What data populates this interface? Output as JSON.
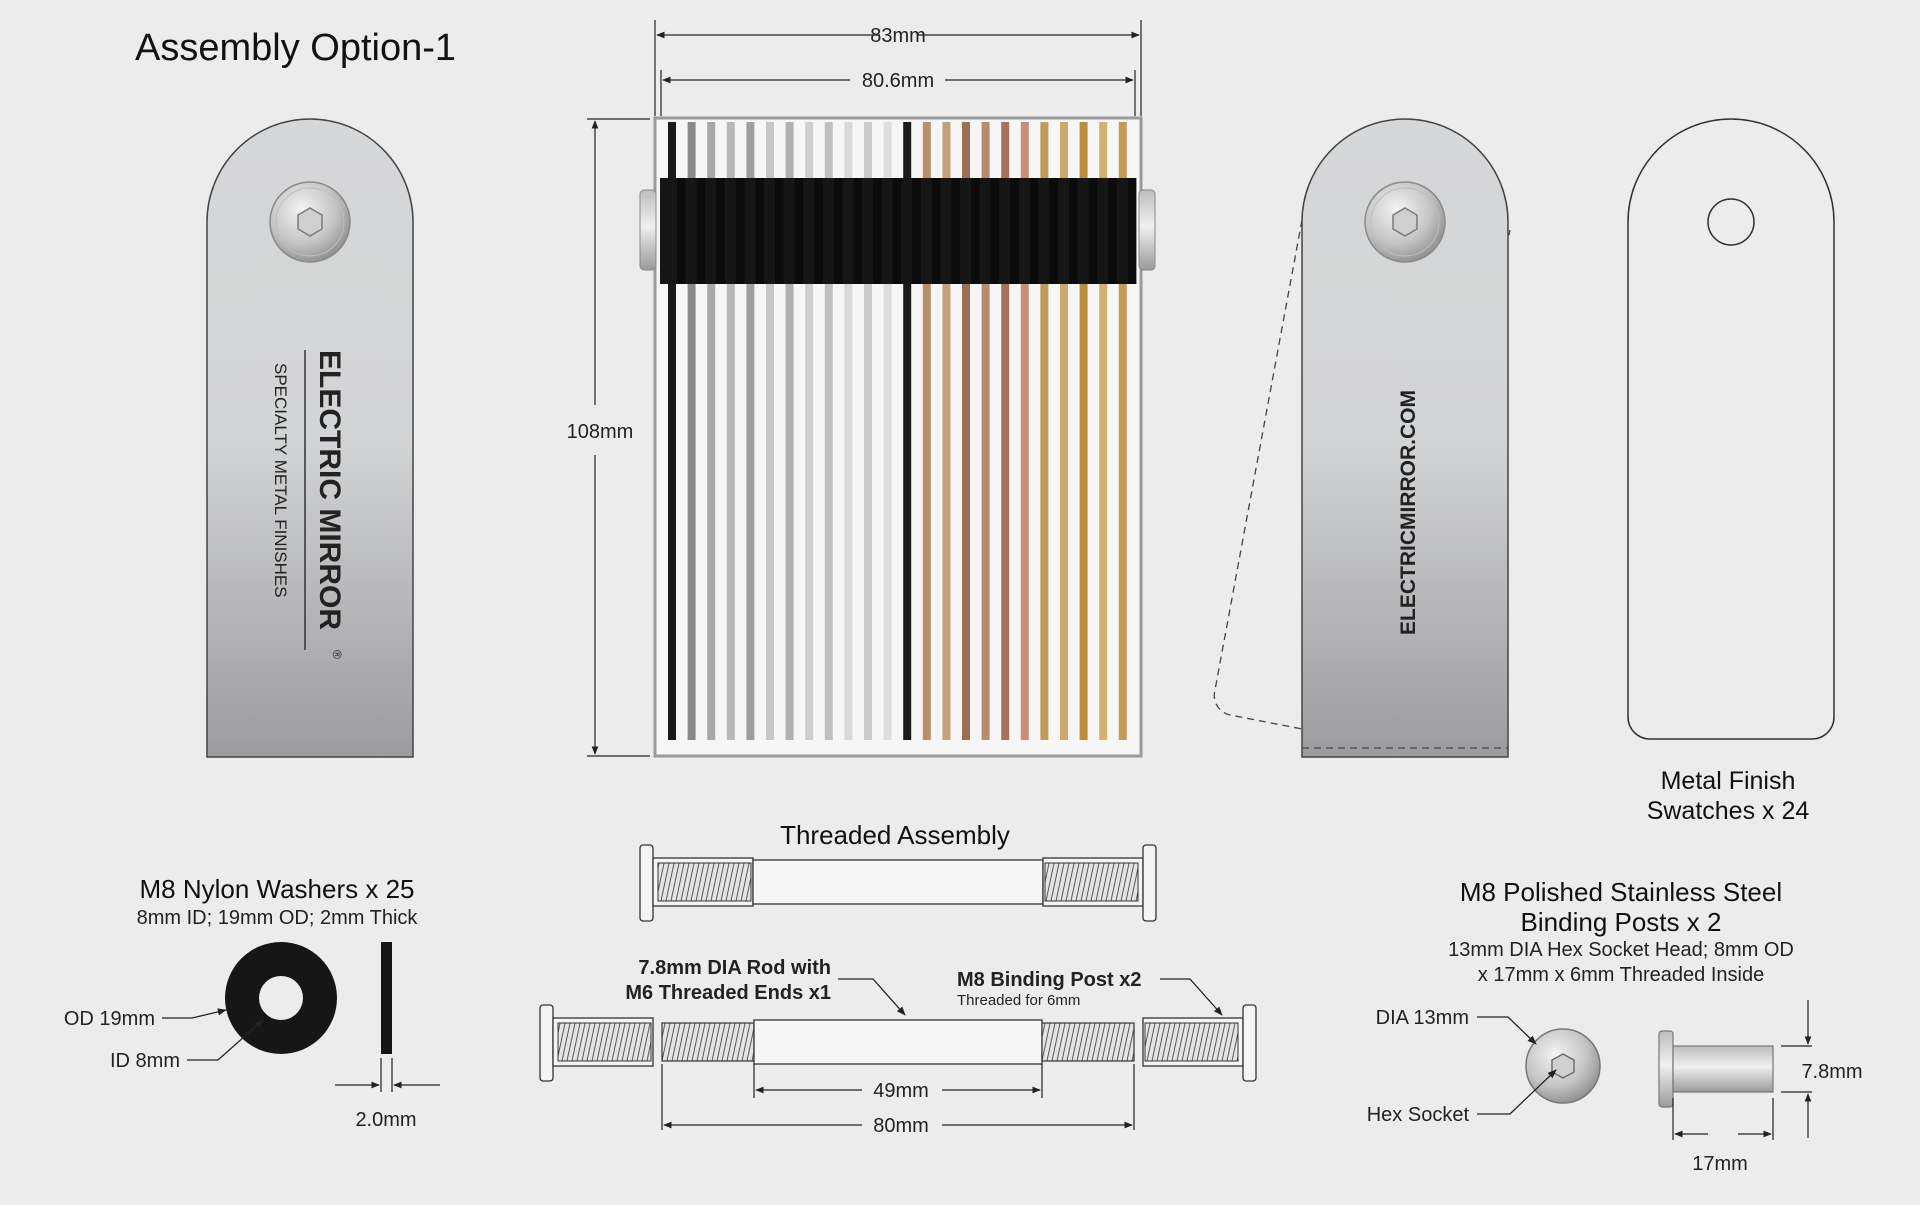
{
  "title": "Assembly Option-1",
  "fob_left": {
    "brand": "ELECTRIC MIRROR",
    "registered_mark": "®",
    "tagline": "SPECIALTY METAL FINISHES"
  },
  "fob_right": {
    "website": "ELECTRICMIRROR.COM"
  },
  "dimensions": {
    "outer_width": "83mm",
    "inner_width": "80.6mm",
    "height": "108mm"
  },
  "swatch_colors": [
    "#1a1a1a",
    "#8a8a8a",
    "#a9a9a9",
    "#b8b8b8",
    "#9f9f9f",
    "#c6c6c6",
    "#b0b0b0",
    "#cfcfcf",
    "#c0c0c0",
    "#d8d8d8",
    "#cbcbcb",
    "#dedede",
    "#1a1a1a",
    "#b8906b",
    "#c4a27c",
    "#9c6e55",
    "#b88a70",
    "#a8705e",
    "#c98f78",
    "#c29a5a",
    "#cfa86b",
    "#b8903d",
    "#d2b070",
    "#c49a55"
  ],
  "swatch_card": {
    "label_line1": "Metal Finish",
    "label_line2": "Swatches x 24"
  },
  "threaded_assembly": {
    "title": "Threaded Assembly",
    "rod_callout_line1": "7.8mm DIA Rod with",
    "rod_callout_line2": "M6 Threaded Ends x1",
    "post_callout": "M8 Binding Post x2",
    "post_callout_sub": "Threaded for 6mm",
    "rod_length": "49mm",
    "total_length": "80mm"
  },
  "washers": {
    "title": "M8 Nylon Washers x 25",
    "subtitle": "8mm ID; 19mm OD; 2mm Thick",
    "od_label": "OD 19mm",
    "id_label": "ID 8mm",
    "thickness": "2.0mm"
  },
  "binding_posts": {
    "title_line1": "M8 Polished Stainless Steel",
    "title_line2": "Binding Posts x 2",
    "spec_line1": "13mm DIA Hex Socket Head; 8mm OD",
    "spec_line2": "x 17mm x 6mm Threaded Inside",
    "dia_label": "DIA 13mm",
    "socket_label": "Hex Socket",
    "length": "17mm",
    "diameter": "7.8mm"
  }
}
